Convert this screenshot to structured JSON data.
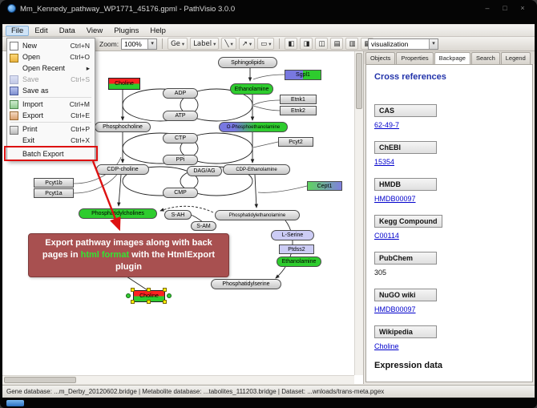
{
  "window": {
    "title": "Mm_Kennedy_pathway_WP1771_45176.gpml - PathVisio 3.0.0"
  },
  "icons": {
    "caret": "▾",
    "submenu_arrow": "▸",
    "minimize": "–",
    "maximize": "□",
    "close": "×"
  },
  "menubar": {
    "items": [
      "File",
      "Edit",
      "Data",
      "View",
      "Plugins",
      "Help"
    ]
  },
  "file_menu": {
    "items": [
      {
        "label": "New",
        "shortcut": "Ctrl+N"
      },
      {
        "label": "Open",
        "shortcut": "Ctrl+O"
      },
      {
        "label": "Open Recent",
        "shortcut": ""
      },
      {
        "label": "Save",
        "shortcut": "Ctrl+S"
      },
      {
        "label": "Save as",
        "shortcut": ""
      },
      {
        "label": "Import",
        "shortcut": "Ctrl+M"
      },
      {
        "label": "Export",
        "shortcut": "Ctrl+E"
      },
      {
        "label": "Print",
        "shortcut": "Ctrl+P"
      },
      {
        "label": "Exit",
        "shortcut": "Ctrl+X"
      },
      {
        "label": "Batch Export",
        "shortcut": ""
      }
    ]
  },
  "toolbar": {
    "zoom_label": "Zoom:",
    "zoom_value": "100%",
    "buttons": [
      {
        "name": "datanode-button",
        "glyph": "Ge"
      },
      {
        "name": "label-button",
        "glyph": "Label"
      },
      {
        "name": "line-button",
        "glyph": "╲"
      },
      {
        "name": "connector-button",
        "glyph": "↗"
      },
      {
        "name": "shape-button",
        "glyph": "▭"
      },
      {
        "name": "align-horizontal-center-button",
        "glyph": "◧"
      },
      {
        "name": "align-vertical-center-button",
        "glyph": "◨"
      },
      {
        "name": "align-left-button",
        "glyph": "◫"
      },
      {
        "name": "align-top-button",
        "glyph": "▤"
      },
      {
        "name": "distribute-horizontal-button",
        "glyph": "▥"
      },
      {
        "name": "distribute-vertical-button",
        "glyph": "▦"
      }
    ],
    "visualization_value": "visualization"
  },
  "pathway": {
    "nodes": [
      {
        "id": "sphingolipids",
        "label": "Sphingolipids"
      },
      {
        "id": "choline-top",
        "label": "Choline"
      },
      {
        "id": "ethanolamine-top",
        "label": "Ethanolamine"
      },
      {
        "id": "sgpl1",
        "label": "Sgpl1"
      },
      {
        "id": "adp",
        "label": "ADP"
      },
      {
        "id": "etnk1",
        "label": "Etnk1"
      },
      {
        "id": "atp",
        "label": "ATP"
      },
      {
        "id": "etnk2",
        "label": "Etnk2"
      },
      {
        "id": "phosphocholine",
        "label": "Phosphocholine"
      },
      {
        "id": "ctp",
        "label": "CTP"
      },
      {
        "id": "o-phosphoethanolamine",
        "label": "O-Phosphoethanolamine"
      },
      {
        "id": "pcyt2",
        "label": "Pcyt2"
      },
      {
        "id": "ppi",
        "label": "PPi"
      },
      {
        "id": "cdp-choline",
        "label": "CDP-choline"
      },
      {
        "id": "dag-ag",
        "label": "DAG/AG"
      },
      {
        "id": "cdp-ethanolamine",
        "label": "CDP-Ethanolamine"
      },
      {
        "id": "cept1",
        "label": "Cept1"
      },
      {
        "id": "cmp",
        "label": "CMP"
      },
      {
        "id": "pcyt1b",
        "label": "Pcyt1b"
      },
      {
        "id": "pcyt1a",
        "label": "Pcyt1a"
      },
      {
        "id": "phosphatidylcholines",
        "label": "Phosphatidylcholines"
      },
      {
        "id": "s-ah",
        "label": "S-AH"
      },
      {
        "id": "s-am",
        "label": "S-AM"
      },
      {
        "id": "phosphatidylethanolamine",
        "label": "Phosphatidylethanolamine"
      },
      {
        "id": "l-serine",
        "label": "L-Serine"
      },
      {
        "id": "ptdss2",
        "label": "Ptdss2"
      },
      {
        "id": "ethanolamine-bottom",
        "label": "Ethanolamine"
      },
      {
        "id": "phosphatidylserine",
        "label": "Phosphatidylserine"
      },
      {
        "id": "choline-selected",
        "label": "Choline"
      }
    ]
  },
  "annotation": {
    "before": "Export pathway images along with back pages in ",
    "highlight": "html format",
    "after": " with the HtmlExport plugin"
  },
  "sidebar": {
    "tabs": [
      "Objects",
      "Properties",
      "Backpage",
      "Search",
      "Legend"
    ],
    "active_tab": "Backpage",
    "backpage": {
      "heading": "Cross references",
      "sections": [
        {
          "name": "CAS",
          "value": "62-49-7"
        },
        {
          "name": "ChEBI",
          "value": "15354"
        },
        {
          "name": "HMDB",
          "value": "HMDB00097"
        },
        {
          "name": "Kegg Compound",
          "value": "C00114"
        },
        {
          "name": "PubChem",
          "value": "305"
        },
        {
          "name": "NuGO wiki",
          "value": "HMDB00097"
        },
        {
          "name": "Wikipedia",
          "value": "Choline"
        }
      ],
      "footer_heading": "Expression data"
    }
  },
  "statusbar": {
    "text": "Gene database: ...m_Derby_20120602.bridge | Metabolite database: ...tabolites_111203.bridge | Dataset: ...wnloads/trans-meta.pgex"
  },
  "colors": {
    "node_green": "#2ecc2e",
    "node_red": "#ff2020",
    "node_lavender": "#ccccf5",
    "gene_blue": "#7878e0",
    "annotation_bg": "#a85050",
    "annotation_highlight": "#33e633",
    "alert_red": "#dd1111",
    "link_blue": "#0000cc",
    "heading_blue": "#2233aa",
    "selection_yellow": "#ffee00",
    "handle_green": "#33cc33"
  }
}
